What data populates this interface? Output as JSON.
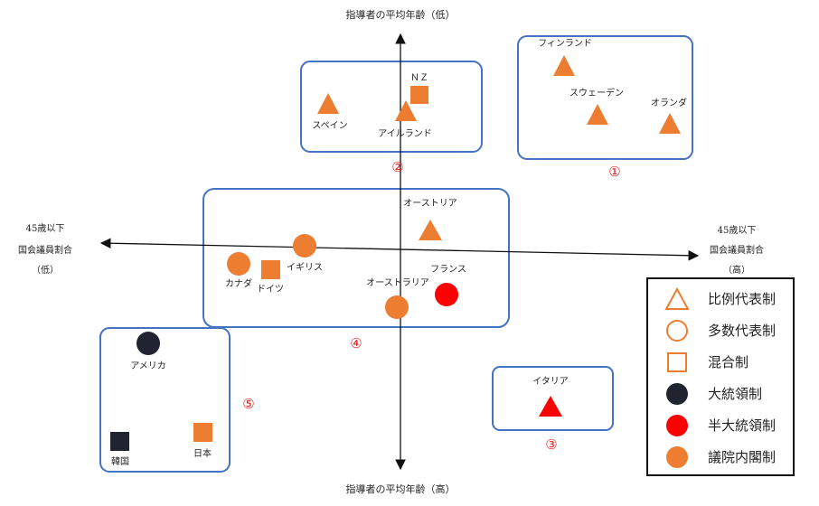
{
  "axes": {
    "top": "指導者の平均年齢（低）",
    "bottom": "指導者の平均年齢（高）",
    "left": [
      "45歳以下",
      "国会議員割合",
      "（低）"
    ],
    "right": [
      "45歳以下",
      "国会議員割合",
      "（高）"
    ]
  },
  "clusters": [
    {
      "id": "c1",
      "number": "①"
    },
    {
      "id": "c2",
      "number": "②"
    },
    {
      "id": "c3",
      "number": "③"
    },
    {
      "id": "c4",
      "number": "④"
    },
    {
      "id": "c5",
      "number": "⑤"
    }
  ],
  "countries": [
    {
      "id": "finland",
      "label": "フィンランド",
      "shape": "triangle",
      "color": "#ed7d31"
    },
    {
      "id": "sweden",
      "label": "スウェーデン",
      "shape": "triangle",
      "color": "#ed7d31"
    },
    {
      "id": "netherlands",
      "label": "オランダ",
      "shape": "triangle",
      "color": "#ed7d31"
    },
    {
      "id": "nz",
      "label": "ＮＺ",
      "shape": "square",
      "color": "#ed7d31"
    },
    {
      "id": "spain",
      "label": "スペイン",
      "shape": "triangle",
      "color": "#ed7d31"
    },
    {
      "id": "ireland",
      "label": "アイルランド",
      "shape": "triangle",
      "color": "#ed7d31"
    },
    {
      "id": "austria",
      "label": "オーストリア",
      "shape": "triangle",
      "color": "#ed7d31"
    },
    {
      "id": "uk",
      "label": "イギリス",
      "shape": "circle",
      "color": "#ed7d31"
    },
    {
      "id": "canada",
      "label": "カナダ",
      "shape": "circle",
      "color": "#ed7d31"
    },
    {
      "id": "germany",
      "label": "ドイツ",
      "shape": "square",
      "color": "#ed7d31"
    },
    {
      "id": "australia",
      "label": "オーストラリア",
      "shape": "circle",
      "color": "#ed7d31"
    },
    {
      "id": "france",
      "label": "フランス",
      "shape": "circle",
      "color": "#ff0000"
    },
    {
      "id": "usa",
      "label": "アメリカ",
      "shape": "circle",
      "color": "#1f2430"
    },
    {
      "id": "korea",
      "label": "韓国",
      "shape": "square",
      "color": "#1f2430"
    },
    {
      "id": "japan",
      "label": "日本",
      "shape": "square",
      "color": "#ed7d31"
    },
    {
      "id": "italy",
      "label": "イタリア",
      "shape": "triangle",
      "color": "#ff0000"
    }
  ],
  "legend": [
    {
      "id": "proportional",
      "label": "比例代表制",
      "symbol": "triangle-outline",
      "color": "#ed7d31"
    },
    {
      "id": "majoritarian",
      "label": "多数代表制",
      "symbol": "circle-outline",
      "color": "#ed7d31"
    },
    {
      "id": "mixed",
      "label": "混合制",
      "symbol": "square-outline",
      "color": "#ed7d31"
    },
    {
      "id": "presidential",
      "label": "大統領制",
      "symbol": "circle-filled",
      "color": "#1f2430"
    },
    {
      "id": "semi-presidential",
      "label": "半大統領制",
      "symbol": "circle-filled",
      "color": "#ff0000"
    },
    {
      "id": "parliamentary",
      "label": "議院内閣制",
      "symbol": "circle-filled",
      "color": "#ed7d31"
    }
  ],
  "colors": {
    "box_border": "#4472c4",
    "axis": "#111111",
    "cluster_number": "#e81e1e"
  }
}
